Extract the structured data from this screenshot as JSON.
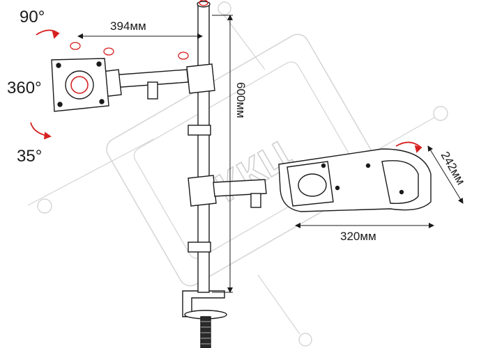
{
  "angles": {
    "tilt_up": "90°",
    "rotation": "360°",
    "tilt_down": "35°"
  },
  "dimensions": {
    "arm_length": "394мм",
    "pole_height": "600мм",
    "tray_width": "320мм",
    "tray_depth": "242мм"
  },
  "watermark": "ККЦ",
  "colors": {
    "line": "#1a1a1a",
    "watermark": "#cfcfcf",
    "accent_red": "#d62020"
  }
}
